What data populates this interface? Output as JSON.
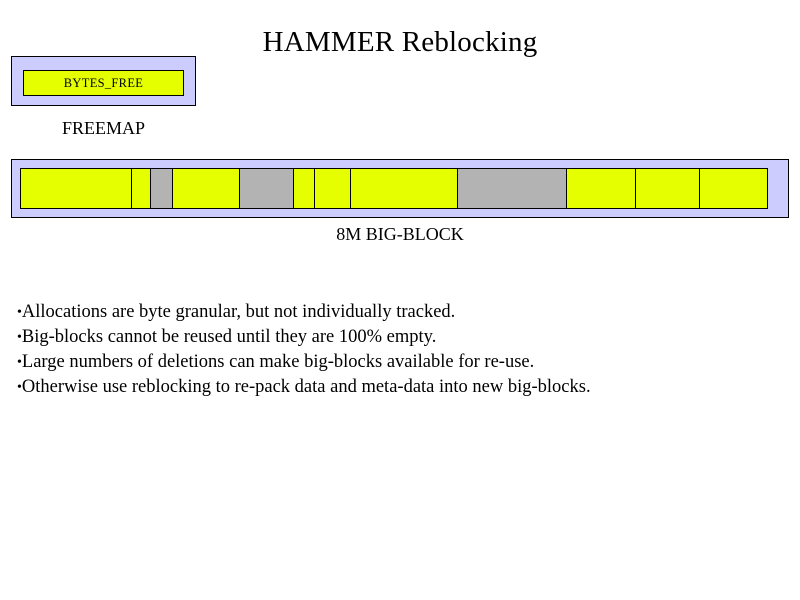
{
  "slide": {
    "title": "HAMMER Reblocking",
    "background_color": "#ffffff",
    "text_color": "#000000"
  },
  "colors": {
    "box_fill": "#ccccff",
    "used_fill": "#e6ff00",
    "free_fill": "#b3b3b3",
    "outline": "#000000"
  },
  "freemap": {
    "caption": "FREEMAP",
    "cell_label": "BYTES_FREE"
  },
  "bigblock": {
    "caption": "8M BIG-BLOCK",
    "segments": [
      {
        "kind": "used",
        "width": 112
      },
      {
        "kind": "used",
        "width": 20
      },
      {
        "kind": "free",
        "width": 23
      },
      {
        "kind": "used",
        "width": 68
      },
      {
        "kind": "free",
        "width": 55
      },
      {
        "kind": "used",
        "width": 22
      },
      {
        "kind": "used",
        "width": 37
      },
      {
        "kind": "used",
        "width": 108
      },
      {
        "kind": "free",
        "width": 110
      },
      {
        "kind": "used",
        "width": 70
      },
      {
        "kind": "used",
        "width": 65
      },
      {
        "kind": "used",
        "width": 69
      }
    ]
  },
  "bullets": {
    "marker": "•",
    "items": [
      "Allocations are byte granular, but not individually tracked.",
      "Big-blocks cannot be reused until they are 100% empty.",
      "Large numbers of deletions can make big-blocks available for re-use.",
      "Otherwise use reblocking to re-pack data and meta-data into new big-blocks."
    ]
  }
}
